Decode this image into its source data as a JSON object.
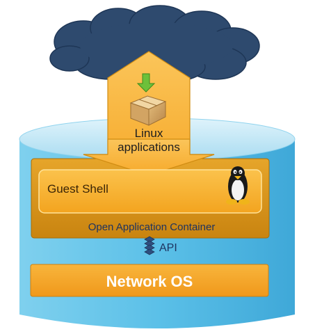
{
  "diagram": {
    "arrow_label_line1": "Linux",
    "arrow_label_line2": "applications",
    "guest_shell_label": "Guest Shell",
    "container_label": "Open Application Container",
    "api_label": "API",
    "network_os_label": "Network OS"
  },
  "icons": {
    "cloud": "cloud-icon",
    "package": "package-download-icon",
    "penguin": "linux-penguin-icon",
    "api": "api-stack-icon"
  },
  "colors": {
    "cloud": "#2e4a6e",
    "cylinder": "#5cc0e6",
    "cylinder_top": "#b7e4f4",
    "arrow": "#f9b23a",
    "container": "#dc9a1f",
    "guest_shell": "#f7b135",
    "network_os": "#f4a52a",
    "label_blue": "#1e3360"
  }
}
